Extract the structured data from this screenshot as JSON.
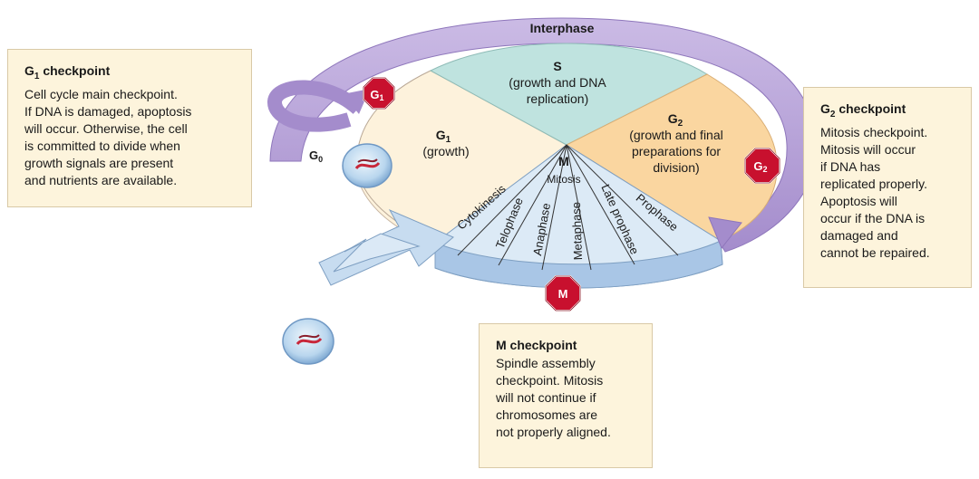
{
  "interphase_label": "Interphase",
  "phases": {
    "s": {
      "name": "S",
      "lines": [
        "(growth and DNA",
        "replication)"
      ]
    },
    "g1": {
      "name": "G",
      "sub": "1",
      "lines": [
        "(growth)"
      ]
    },
    "g2": {
      "name": "G",
      "sub": "2",
      "lines": [
        "(growth and final",
        "preparations for",
        "division)"
      ]
    },
    "m": {
      "name": "M",
      "mitosis": "Mitosis"
    }
  },
  "g0_label": {
    "main": "G",
    "sub": "0"
  },
  "mitosis_stages": [
    "Cytokinesis",
    "Telophase",
    "Anaphase",
    "Metaphase",
    "Late prophase",
    "Prophase"
  ],
  "stop_signs": {
    "g1": {
      "main": "G",
      "sub": "1"
    },
    "g2": {
      "main": "G",
      "sub": "2"
    },
    "m": {
      "main": "M"
    }
  },
  "callouts": {
    "g1": {
      "title_main": "G",
      "title_sub": "1",
      "title_rest": " checkpoint",
      "lines": [
        "Cell cycle main checkpoint.",
        "If DNA is damaged, apoptosis",
        "will occur. Otherwise, the cell",
        "is committed to divide when",
        "growth signals are present",
        "and nutrients are available."
      ]
    },
    "g2": {
      "title_main": "G",
      "title_sub": "2",
      "title_rest": " checkpoint",
      "lines": [
        "Mitosis checkpoint.",
        "Mitosis will occur",
        "if DNA has",
        "replicated properly.",
        "Apoptosis will",
        "occur if the DNA is",
        "damaged and",
        "cannot be repaired."
      ]
    },
    "m": {
      "title": "M checkpoint",
      "lines": [
        "Spindle assembly",
        "checkpoint. Mitosis",
        "will not continue if",
        "chromosomes are",
        "not properly aligned."
      ]
    }
  },
  "colors": {
    "ring": "#b7a3d6",
    "ring_dark": "#8e76bb",
    "s_fill": "#bfe3df",
    "g1_fill": "#fdf2dc",
    "g2_fill": "#fad6a0",
    "m_fill": "#dceaf6",
    "stop_fill": "#c8102e",
    "callout_fill": "#fdf4dc"
  }
}
